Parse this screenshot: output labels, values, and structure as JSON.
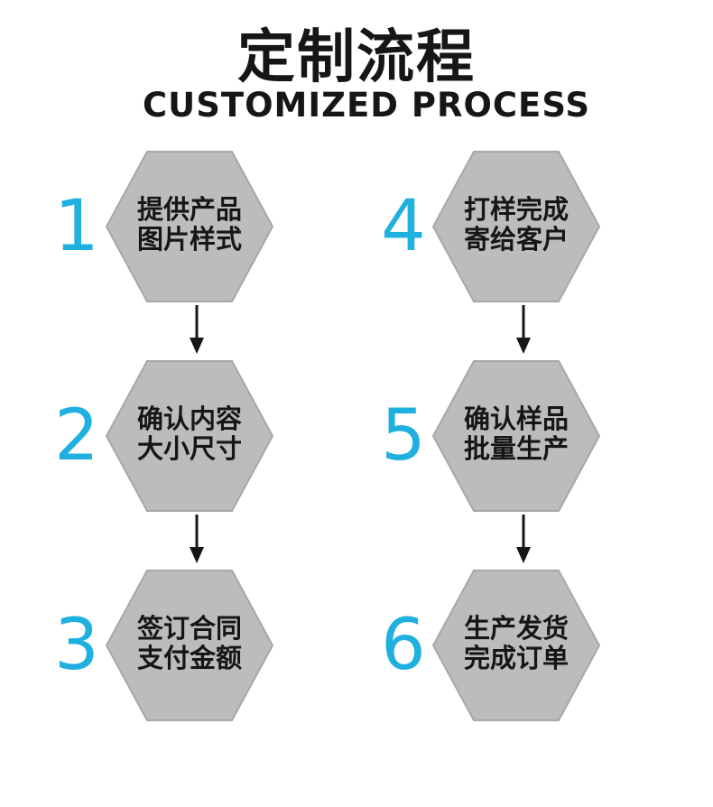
{
  "header": {
    "title": "定制流程",
    "subtitle": "CUSTOMIZED PROCESS"
  },
  "colors": {
    "number": "#1fb0df",
    "hexagon_fill": "#bebcbb",
    "hexagon_edge": "#a9a7a6",
    "text": "#161616",
    "arrow": "#161616"
  },
  "steps": [
    {
      "number": "1",
      "line1": "提供产品",
      "line2": "图片样式"
    },
    {
      "number": "2",
      "line1": "确认内容",
      "line2": "大小尺寸"
    },
    {
      "number": "3",
      "line1": "签订合同",
      "line2": "支付金额"
    },
    {
      "number": "4",
      "line1": "打样完成",
      "line2": "寄给客户"
    },
    {
      "number": "5",
      "line1": "确认样品",
      "line2": "批量生产"
    },
    {
      "number": "6",
      "line1": "生产发货",
      "line2": "完成订单"
    }
  ]
}
